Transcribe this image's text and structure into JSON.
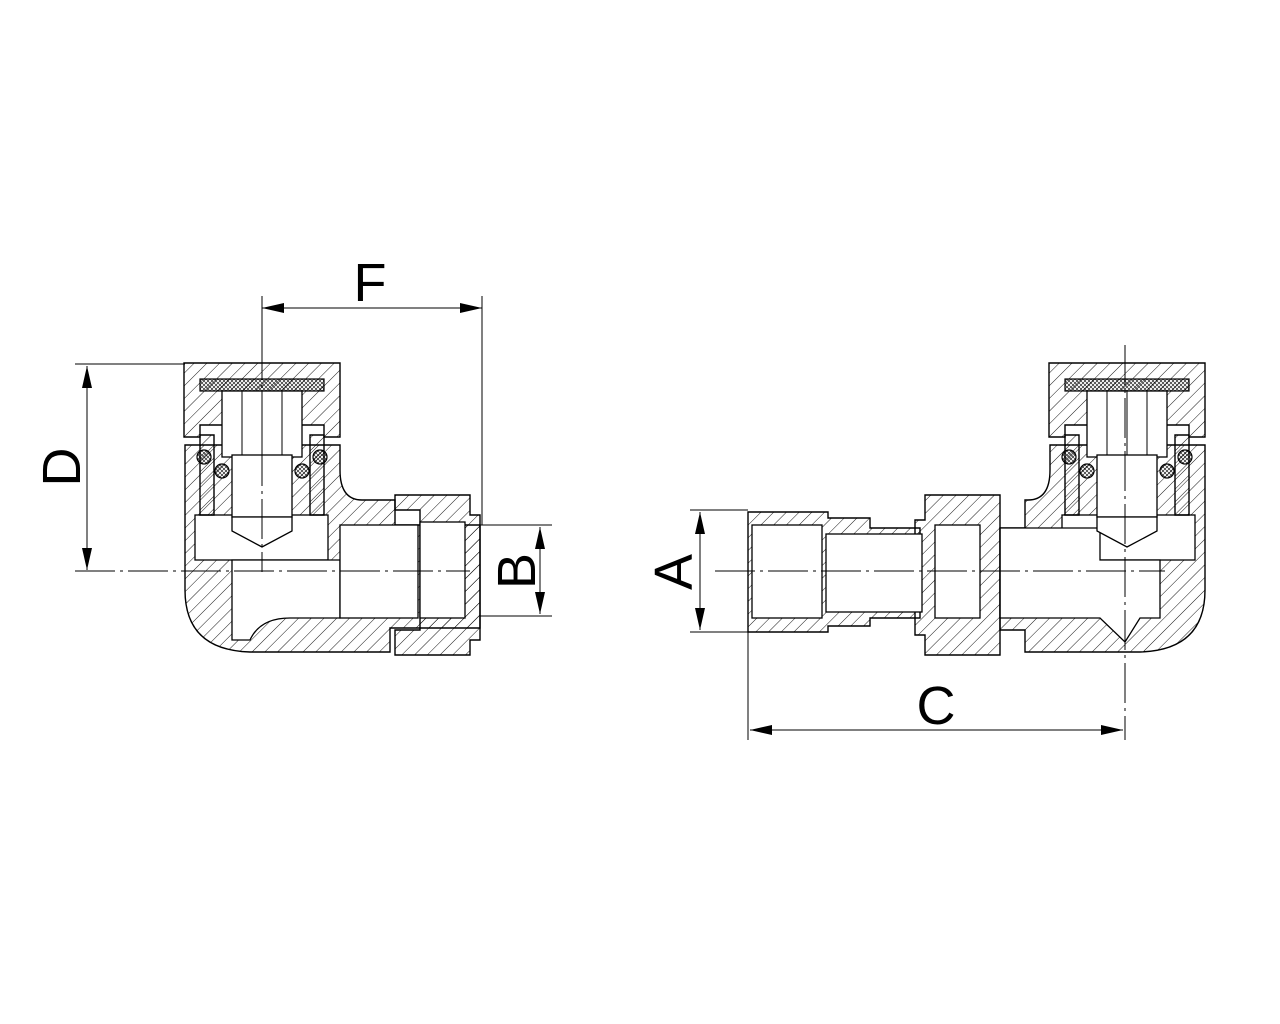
{
  "dimensions": {
    "a": "A",
    "b": "B",
    "c": "C",
    "d": "D",
    "f": "F"
  },
  "colors": {
    "line": "#000000",
    "background": "#ffffff"
  }
}
